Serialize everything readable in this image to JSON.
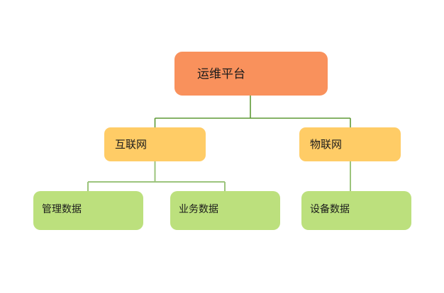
{
  "diagram": {
    "title_text": "运维平台",
    "background_color": "#ffffff",
    "colors": {
      "root_fill": "#F9915C",
      "level2_fill": "#FFCC66",
      "level3_fill": "#BCE07D",
      "edge_level1": "#5E9A35",
      "edge_level2": "#9CC47C",
      "text": "#1b1b1b"
    },
    "nodes": {
      "root": {
        "label": "运维平台"
      },
      "internet": {
        "label": "互联网"
      },
      "iot": {
        "label": "物联网"
      },
      "management_data": {
        "label": "管理数据"
      },
      "business_data": {
        "label": "业务数据"
      },
      "device_data": {
        "label": "设备数据"
      }
    }
  }
}
